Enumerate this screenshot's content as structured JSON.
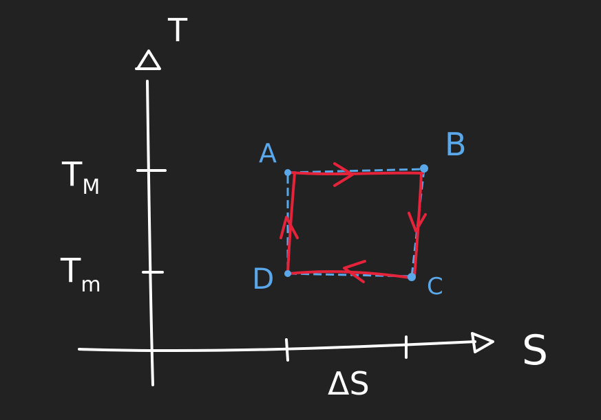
{
  "diagram": {
    "axes": {
      "y_label": "T",
      "x_label": "S",
      "y_ticks": [
        "T_M",
        "T_m"
      ],
      "x_interval_label": "ΔS"
    },
    "tick_labels": {
      "t_max_base": "T",
      "t_max_sub": "M",
      "t_min_base": "T",
      "t_min_sub": "m"
    },
    "points": [
      "A",
      "B",
      "C",
      "D"
    ],
    "cycle": {
      "direction": "clockwise",
      "path": [
        "A",
        "B",
        "C",
        "D",
        "A"
      ]
    },
    "colors": {
      "background": "#222222",
      "axes": "#ffffff",
      "cycle_arrows": "#e5233a",
      "state_points": "#5aa8ea"
    }
  }
}
